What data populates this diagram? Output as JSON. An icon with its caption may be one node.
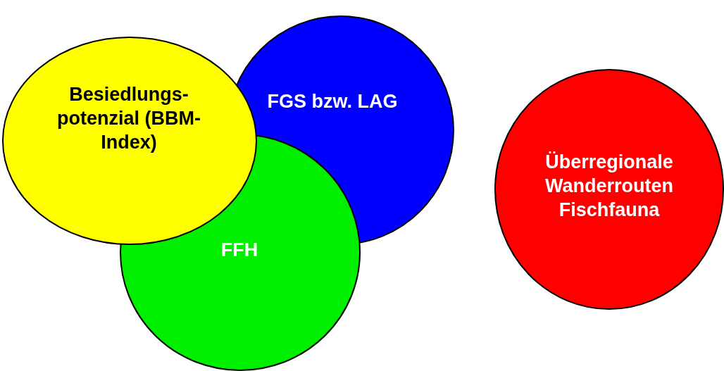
{
  "diagram": {
    "nodes": [
      {
        "text": [
          "Besiedlungs- potenzial (BBM-Index)"
        ]
      },
      {
        "text": [
          "FGS bzw. LAG"
        ]
      },
      {
        "text": [
          "FFH"
        ]
      },
      {
        "text": [
          "Überregionale Wanderrouten Fischfauna"
        ]
      }
    ]
  }
}
